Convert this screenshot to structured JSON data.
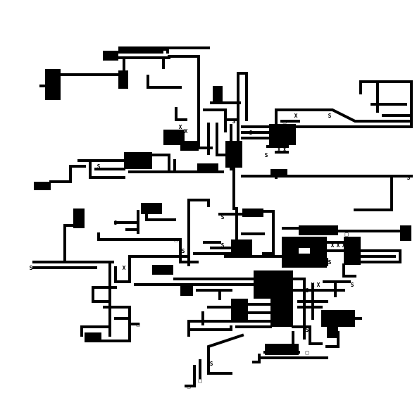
{
  "map": {
    "kind": "dungeon-ascii-map",
    "colors": {
      "background": "#ffffff",
      "wall": "#000000",
      "marker_fill": "#ffffff"
    },
    "marker_glyphs": [
      "S",
      "X",
      "□"
    ]
  }
}
